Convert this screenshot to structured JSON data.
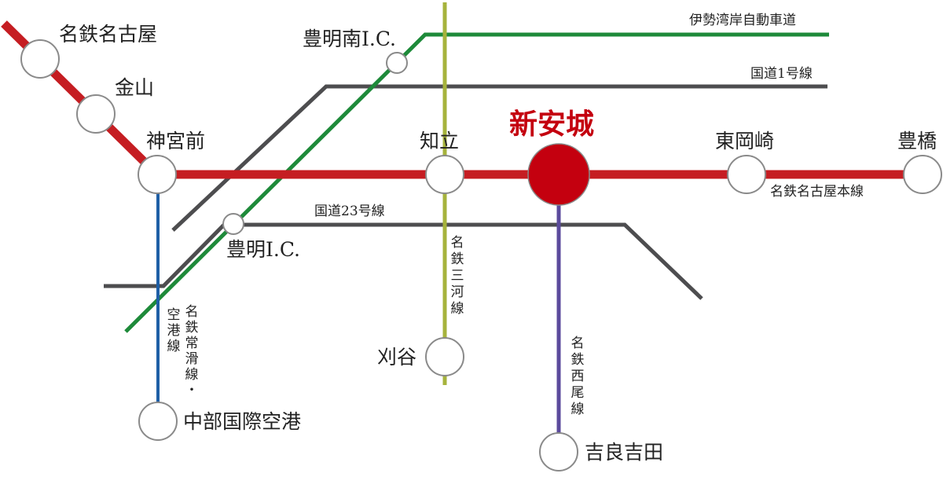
{
  "colors": {
    "meitetsu_main": "#c51d22",
    "expressway": "#1e8a3a",
    "route1": "#4d4d4f",
    "route23": "#4d4d4f",
    "mikawa": "#a6b33c",
    "nishio": "#5b4a9c",
    "tokoname": "#1f5fa6",
    "highlight_station": "#c4000f"
  },
  "stations": {
    "meitetsu_nagoya": "名鉄名古屋",
    "kanayama": "金山",
    "jingumae": "神宮前",
    "chiryu": "知立",
    "shin_anjo": "新安城",
    "higashi_okazaki": "東岡崎",
    "toyohashi": "豊橋",
    "kariya": "刈谷",
    "kira_yoshida": "吉良吉田",
    "chubu_airport": "中部国際空港"
  },
  "interchanges": {
    "toyoake_minami": "豊明南I.C.",
    "toyoake": "豊明I.C."
  },
  "roads": {
    "isewangan": "伊勢湾岸自動車道",
    "route1": "国道1号線",
    "route23": "国道23号線"
  },
  "lines": {
    "meitetsu_main": "名鉄名古屋本線",
    "mikawa": "名鉄三河線",
    "nishio": "名鉄西尾線",
    "tokoname_col1": "名鉄常滑線・",
    "tokoname_col2": "空港線"
  }
}
